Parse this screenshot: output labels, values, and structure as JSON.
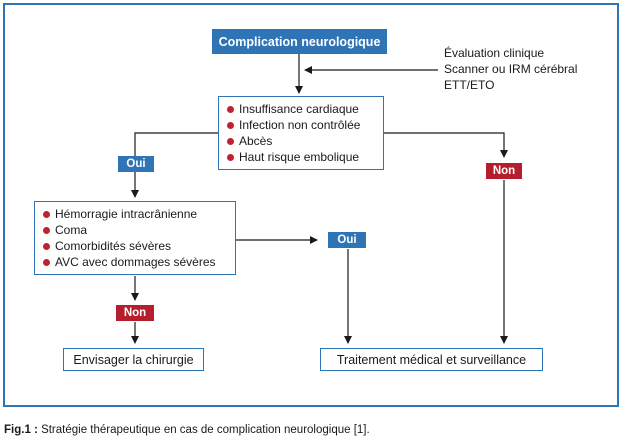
{
  "diagram": {
    "start": "Complication neurologique",
    "assessment": [
      "Évaluation clinique",
      "Scanner ou IRM cérébral",
      "ETT/ETO"
    ],
    "criteria_1": [
      "Insuffisance cardiaque",
      "Infection non contrôlée",
      "Abcès",
      "Haut risque embolique"
    ],
    "criteria_2": [
      "Hémorragie intracrânienne",
      "Coma",
      "Comorbidités sévères",
      "AVC avec dommages sévères"
    ],
    "labels": {
      "oui_1": "Oui",
      "non_1": "Non",
      "oui_2": "Oui",
      "non_2": "Non"
    },
    "outcome_surgery": "Envisager la chirurgie",
    "outcome_medical": "Traitement médical et surveillance"
  },
  "caption": {
    "figure": "Fig.1 :",
    "text": " Stratégie thérapeutique en cas de complication neurologique [1]."
  },
  "colors": {
    "blue": "#2f74b5",
    "red": "#b51f2d",
    "bullet": "#c0202f"
  }
}
